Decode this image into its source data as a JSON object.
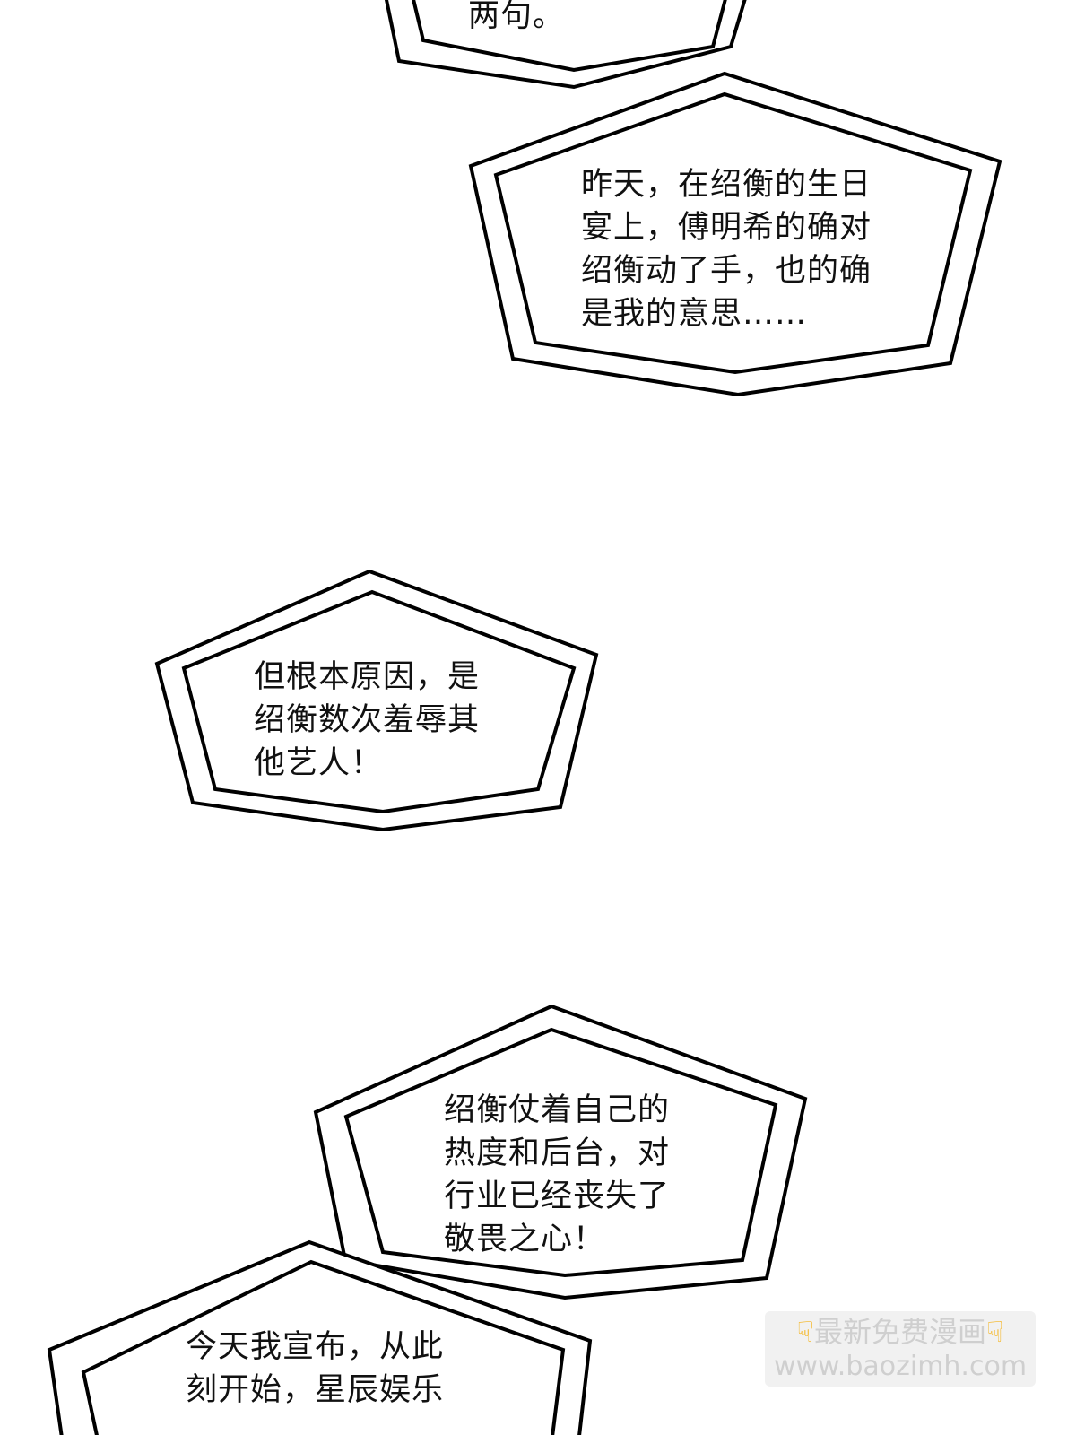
{
  "bubbles": [
    {
      "lines": [
        "两句。"
      ]
    },
    {
      "lines": [
        "昨天，在绍衡的生日",
        "宴上，傅明希的确对",
        "绍衡动了手，也的确",
        "是我的意思……"
      ]
    },
    {
      "lines": [
        "但根本原因，是",
        "绍衡数次羞辱其",
        "他艺人！"
      ]
    },
    {
      "lines": [
        "绍衡仗着自己的",
        "热度和后台，对",
        "行业已经丧失了",
        "敬畏之心！"
      ]
    },
    {
      "lines": [
        "今天我宣布，从此",
        "刻开始，星辰娱乐"
      ]
    }
  ],
  "watermark": {
    "line1": "最新免费漫画",
    "line2": "www.baozimh.com",
    "icon": "pointing-down-hand-icon",
    "icon_color": "#f5b41c"
  }
}
